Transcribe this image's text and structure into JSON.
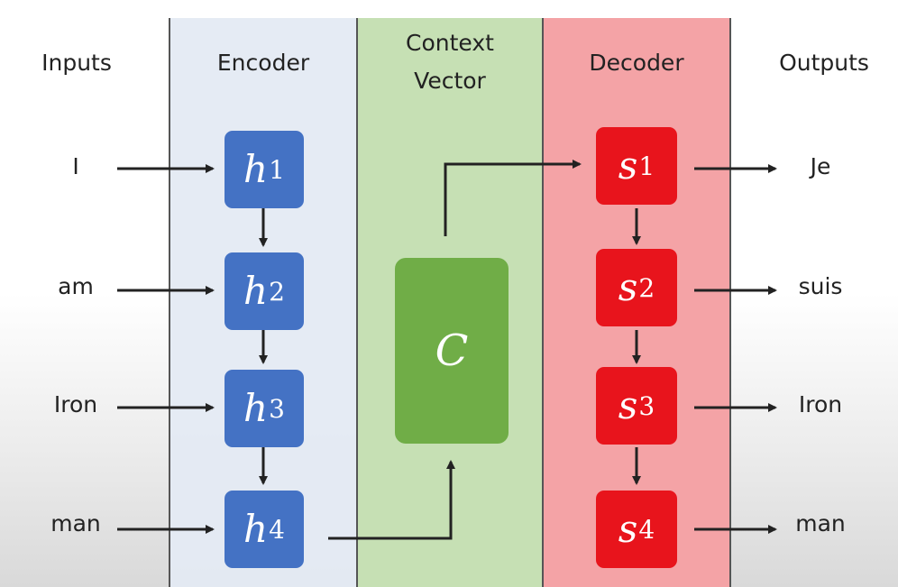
{
  "headers": {
    "inputs": "Inputs",
    "encoder": "Encoder",
    "context_line1": "Context",
    "context_line2": "Vector",
    "decoder": "Decoder",
    "outputs": "Outputs"
  },
  "inputs": [
    "I",
    "am",
    "Iron",
    "man"
  ],
  "outputs": [
    "Je",
    "suis",
    "Iron",
    "man"
  ],
  "encoder_states": [
    {
      "sym": "h",
      "sub": "1"
    },
    {
      "sym": "h",
      "sub": "2"
    },
    {
      "sym": "h",
      "sub": "3"
    },
    {
      "sym": "h",
      "sub": "4"
    }
  ],
  "decoder_states": [
    {
      "sym": "s",
      "sub": "1"
    },
    {
      "sym": "s",
      "sub": "2"
    },
    {
      "sym": "s",
      "sub": "3"
    },
    {
      "sym": "s",
      "sub": "4"
    }
  ],
  "context": {
    "sym": "C"
  },
  "colors": {
    "encoder_box": "#4472c4",
    "context_box": "#70ad47",
    "decoder_box": "#e8141c",
    "arrow": "#222222"
  }
}
